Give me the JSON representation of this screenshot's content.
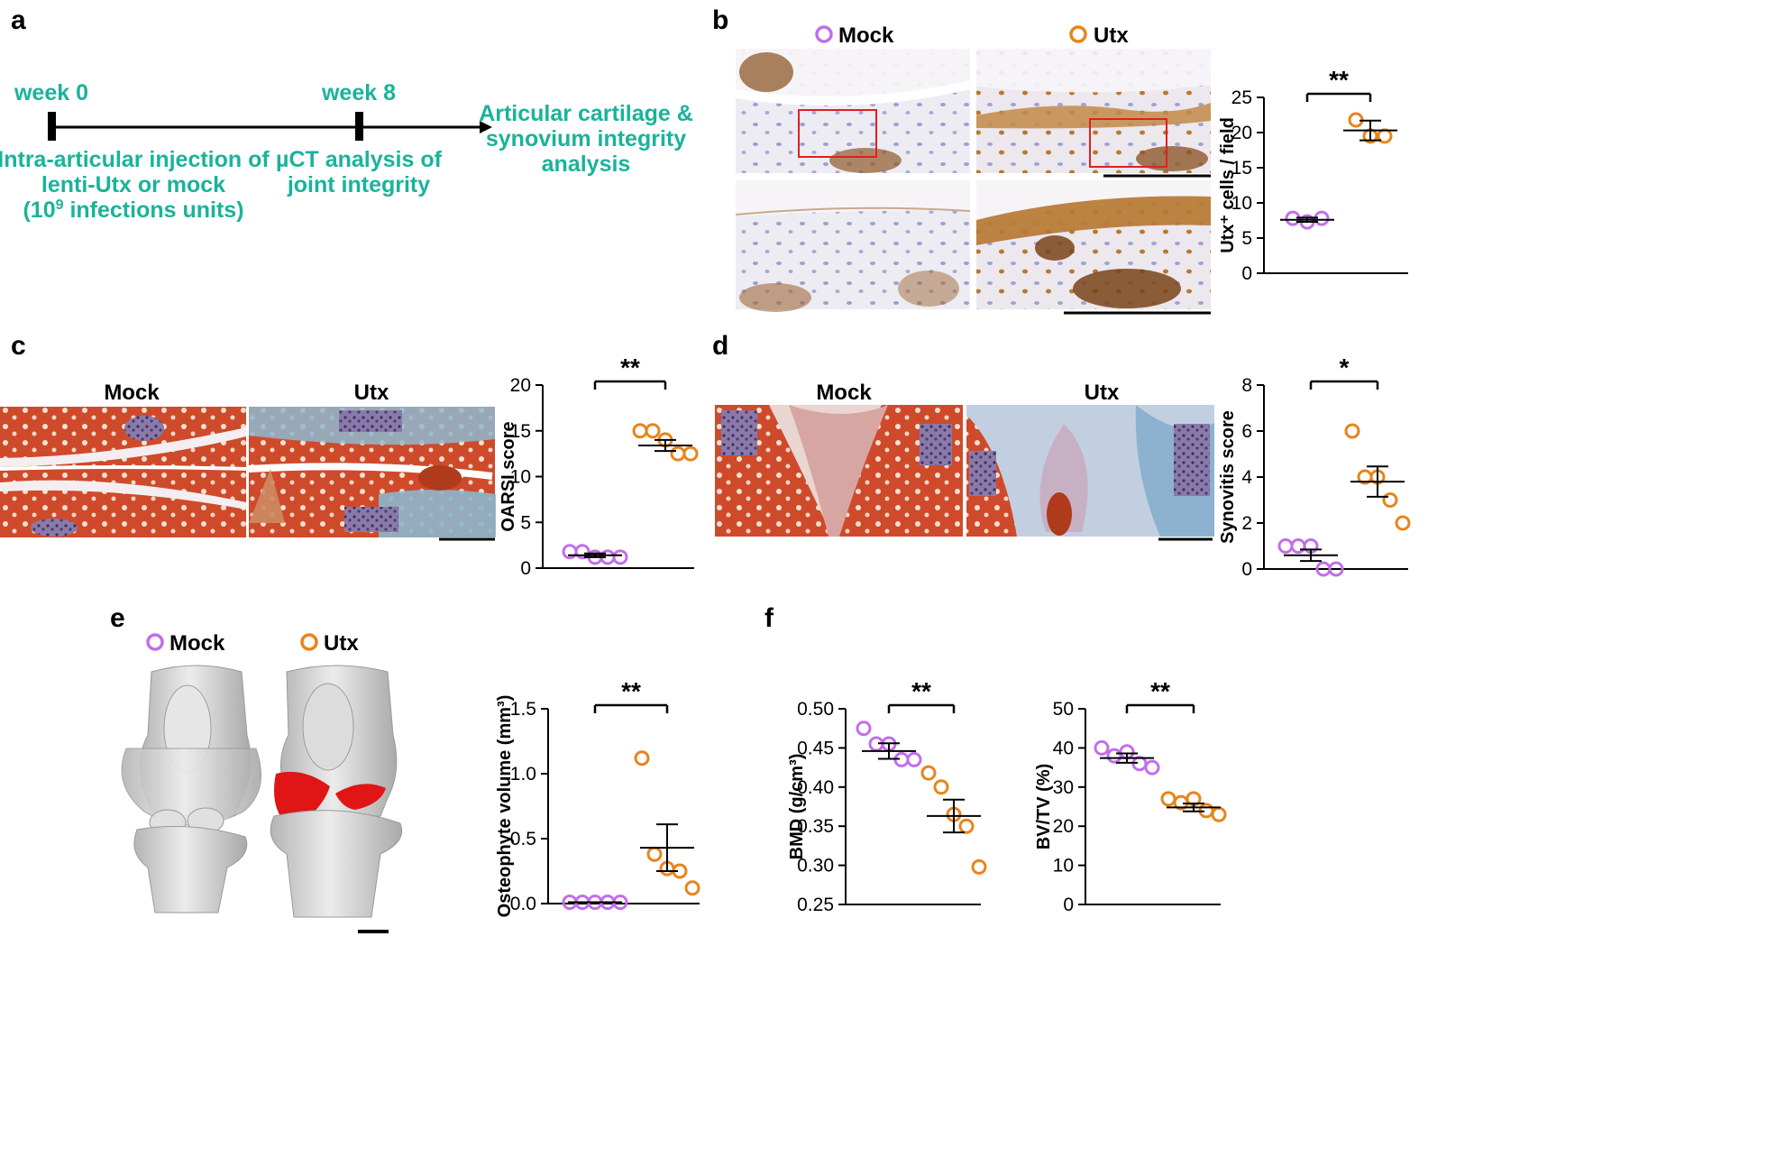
{
  "panel_letters": {
    "a": "a",
    "b": "b",
    "c": "c",
    "d": "d",
    "e": "e",
    "f": "f"
  },
  "timeline": {
    "week0": "week 0",
    "week8": "week 8",
    "start_lines": [
      "Intra-articular injection of",
      "lenti-Utx or mock",
      "(10",
      "9",
      " infections units)"
    ],
    "mid_lines": [
      "µCT analysis of",
      "joint integrity"
    ],
    "end_lines": [
      "Articular cartilage &",
      "synovium integrity",
      "analysis"
    ]
  },
  "groups": {
    "mock": "Mock",
    "utx": "Utx"
  },
  "colors": {
    "mock": "#c26ee8",
    "utx": "#e8841a",
    "timeline": "#1ab39a",
    "roi": "#e02020"
  },
  "chart_data": [
    {
      "id": "b",
      "type": "scatter",
      "ylabel": "Utx⁺ cells / field",
      "ylim": [
        0,
        25
      ],
      "yticks": [
        0,
        5,
        10,
        15,
        20,
        25
      ],
      "significance": "**",
      "series": [
        {
          "name": "Mock",
          "values": [
            7.8,
            7.3,
            7.8
          ],
          "mean": 7.6,
          "sem": 0.3
        },
        {
          "name": "Utx",
          "values": [
            21.8,
            19.5,
            19.5
          ],
          "mean": 20.3,
          "sem": 1.4
        }
      ]
    },
    {
      "id": "c",
      "type": "scatter",
      "ylabel": "OARSI score",
      "ylim": [
        0,
        20
      ],
      "yticks": [
        0,
        5,
        10,
        15,
        20
      ],
      "significance": "**",
      "series": [
        {
          "name": "Mock",
          "values": [
            1.8,
            1.8,
            1.2,
            1.2,
            1.2
          ],
          "mean": 1.4,
          "sem": 0.2
        },
        {
          "name": "Utx",
          "values": [
            15,
            15,
            14,
            12.5,
            12.5
          ],
          "mean": 13.4,
          "sem": 0.6
        }
      ]
    },
    {
      "id": "d",
      "type": "scatter",
      "ylabel": "Synovitis score",
      "ylim": [
        0,
        8
      ],
      "yticks": [
        0,
        2,
        4,
        6,
        8
      ],
      "significance": "*",
      "series": [
        {
          "name": "Mock",
          "values": [
            1,
            1,
            1,
            0,
            0
          ],
          "mean": 0.6,
          "sem": 0.25
        },
        {
          "name": "Utx",
          "values": [
            6,
            4,
            4,
            3,
            2
          ],
          "mean": 3.8,
          "sem": 0.66
        }
      ]
    },
    {
      "id": "e",
      "type": "scatter",
      "ylabel": "Osteophyte volume (mm³)",
      "ylim": [
        0,
        1.5
      ],
      "yticks": [
        "0.0",
        "0.5",
        "1.0",
        "1.5"
      ],
      "significance": "**",
      "series": [
        {
          "name": "Mock",
          "values": [
            0.01,
            0.01,
            0.01,
            0.01,
            0.01
          ],
          "mean": 0.01,
          "sem": 0
        },
        {
          "name": "Utx",
          "values": [
            1.12,
            0.38,
            0.27,
            0.25,
            0.12
          ],
          "mean": 0.43,
          "sem": 0.18
        }
      ]
    },
    {
      "id": "f1",
      "type": "scatter",
      "ylabel": "BMD (g/cm³)",
      "ylim": [
        0.25,
        0.5
      ],
      "yticks": [
        "0.25",
        "0.30",
        "0.35",
        "0.40",
        "0.45",
        "0.50"
      ],
      "significance": "**",
      "series": [
        {
          "name": "Mock",
          "values": [
            0.475,
            0.455,
            0.455,
            0.435,
            0.435
          ],
          "mean": 0.446,
          "sem": 0.01
        },
        {
          "name": "Utx",
          "values": [
            0.418,
            0.4,
            0.365,
            0.35,
            0.298
          ],
          "mean": 0.363,
          "sem": 0.021
        }
      ]
    },
    {
      "id": "f2",
      "type": "scatter",
      "ylabel": "BV/TV (%)",
      "ylim": [
        0,
        50
      ],
      "yticks": [
        0,
        10,
        20,
        30,
        40,
        50
      ],
      "significance": "**",
      "series": [
        {
          "name": "Mock",
          "values": [
            40,
            38,
            39,
            36,
            35
          ],
          "mean": 37.4,
          "sem": 1.2
        },
        {
          "name": "Utx",
          "values": [
            27,
            26,
            27,
            24,
            23
          ],
          "mean": 24.8,
          "sem": 1.0
        }
      ]
    }
  ]
}
